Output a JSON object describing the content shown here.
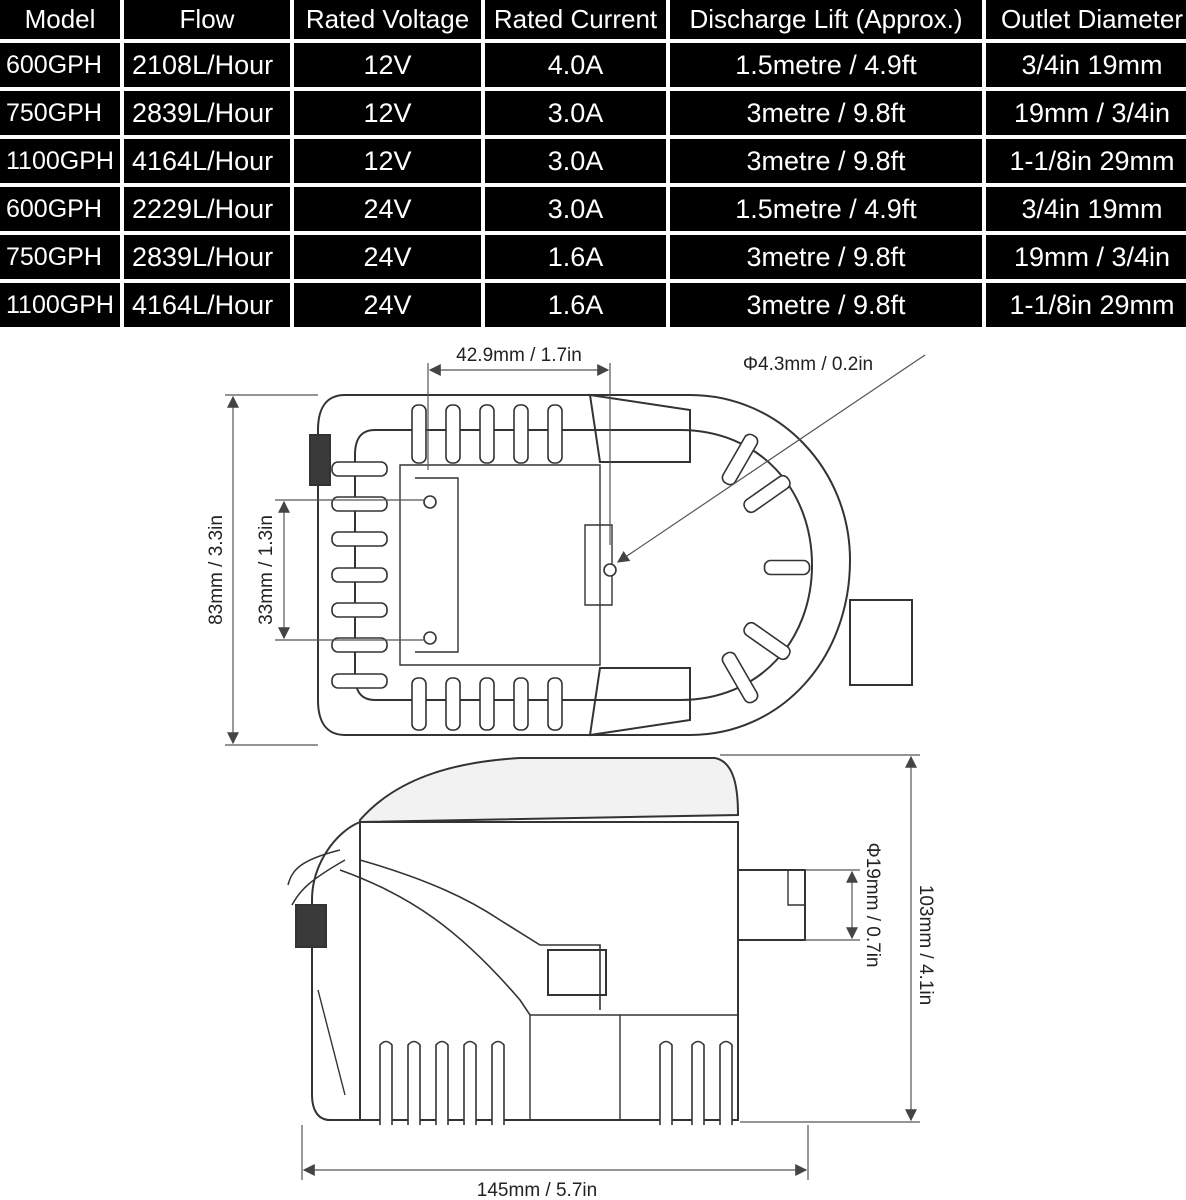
{
  "table": {
    "headers": [
      "Model",
      "Flow",
      "Rated Voltage",
      "Rated Current",
      "Discharge Lift (Approx.)",
      "Outlet Diameter"
    ],
    "rows": [
      [
        "600GPH",
        "2108L/Hour",
        "12V",
        "4.0A",
        "1.5metre / 4.9ft",
        "3/4in 19mm"
      ],
      [
        "750GPH",
        "2839L/Hour",
        "12V",
        "3.0A",
        "3metre / 9.8ft",
        "19mm / 3/4in"
      ],
      [
        "1100GPH",
        "4164L/Hour",
        "12V",
        "3.0A",
        "3metre / 9.8ft",
        "1-1/8in  29mm"
      ],
      [
        "600GPH",
        "2229L/Hour",
        "24V",
        "3.0A",
        "1.5metre / 4.9ft",
        "3/4in 19mm"
      ],
      [
        "750GPH",
        "2839L/Hour",
        "24V",
        "1.6A",
        "3metre / 9.8ft",
        "19mm / 3/4in"
      ],
      [
        "1100GPH",
        "4164L/Hour",
        "24V",
        "1.6A",
        "3metre / 9.8ft",
        "1-1/8in  29mm"
      ]
    ]
  },
  "dimensions": {
    "mount_spacing": "42.9mm / 1.7in",
    "hole_diameter": "Φ4.3mm / 0.2in",
    "base_height": "83mm / 3.3in",
    "hole_spacing": "33mm / 1.3in",
    "outlet_diameter": "Φ19mm / 0.7in",
    "total_height": "103mm / 4.1in",
    "total_length": "145mm / 5.7in"
  }
}
